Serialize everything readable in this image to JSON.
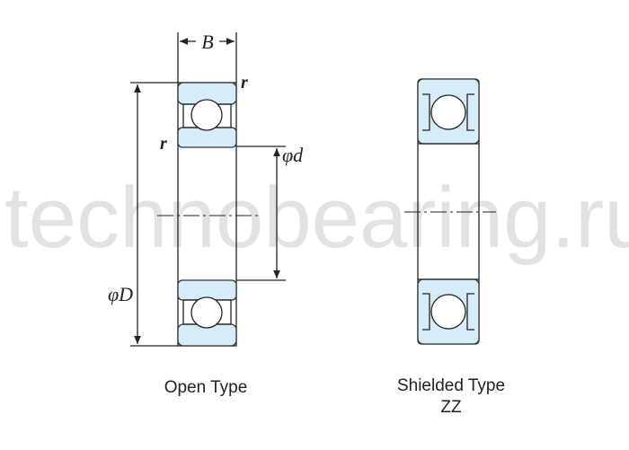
{
  "watermark": "technobearing.ru",
  "open_type": {
    "caption": "Open Type",
    "dim_width": "B",
    "dim_outer": "φD",
    "dim_inner": "φd",
    "chamfer_top": "r",
    "chamfer_side": "r"
  },
  "shielded_type": {
    "caption": "Shielded Type",
    "code": "ZZ"
  },
  "colors": {
    "ring_fill": "#d6ecf8",
    "line": "#222222",
    "watermark": "#e2e2e2"
  }
}
